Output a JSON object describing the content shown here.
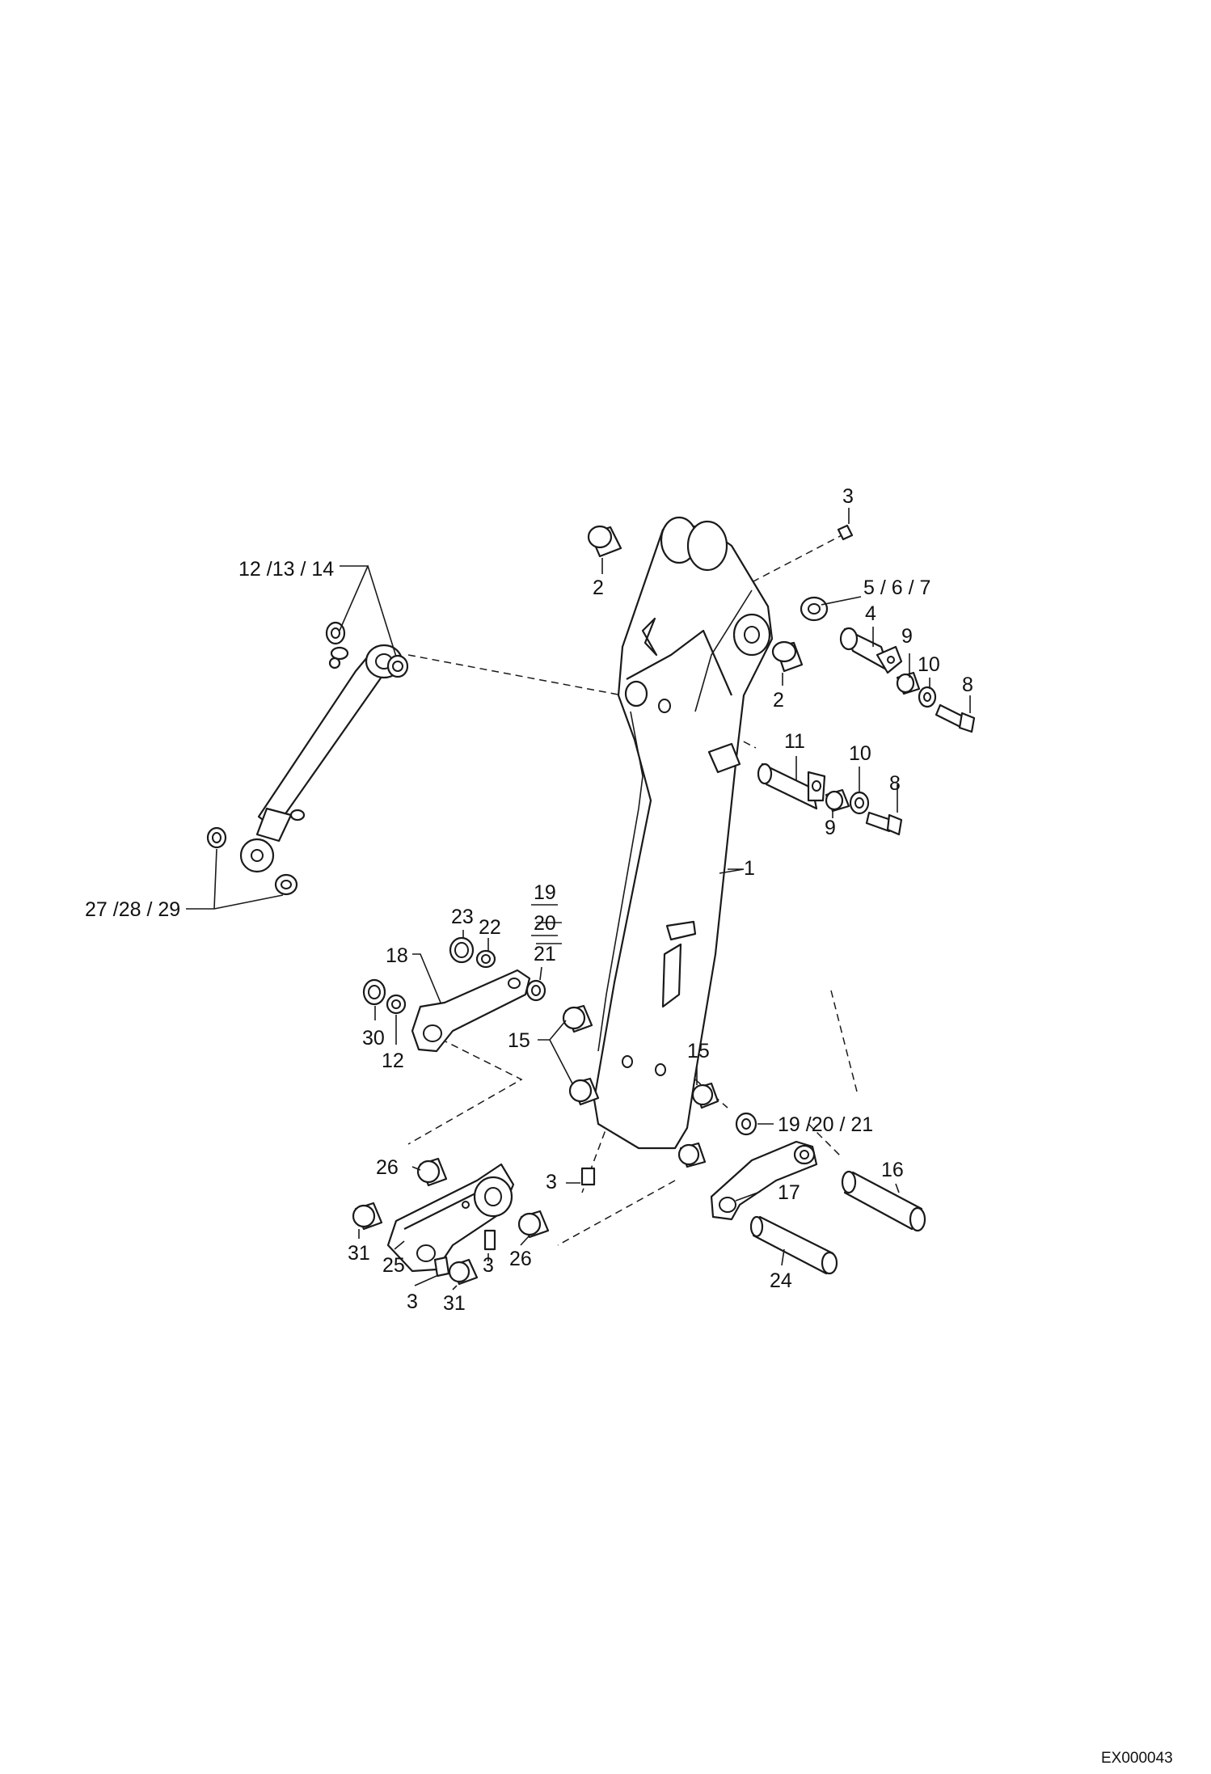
{
  "drawing_code": "EX000043",
  "callouts": {
    "c1": "1",
    "c2a": "2",
    "c2b": "2",
    "c3a": "3",
    "c3b": "3",
    "c3c": "3",
    "c3d": "3",
    "c4": "4",
    "c567": "5 / 6 / 7",
    "c8a": "8",
    "c8b": "8",
    "c9a": "9",
    "c9b": "9",
    "c10a": "10",
    "c10b": "10",
    "c11": "11",
    "c121314": "12 /13 / 14",
    "c12": "12",
    "c15a": "15",
    "c15b": "15",
    "c16": "16",
    "c17": "17",
    "c18": "18",
    "c19": "19",
    "c20": "20",
    "c21": "21",
    "c192021": "19 /20 / 21",
    "c22": "22",
    "c23": "23",
    "c24": "24",
    "c25": "25",
    "c26a": "26",
    "c26b": "26",
    "c272829": "27 /28 / 29",
    "c30": "30",
    "c31a": "31",
    "c31b": "31"
  }
}
